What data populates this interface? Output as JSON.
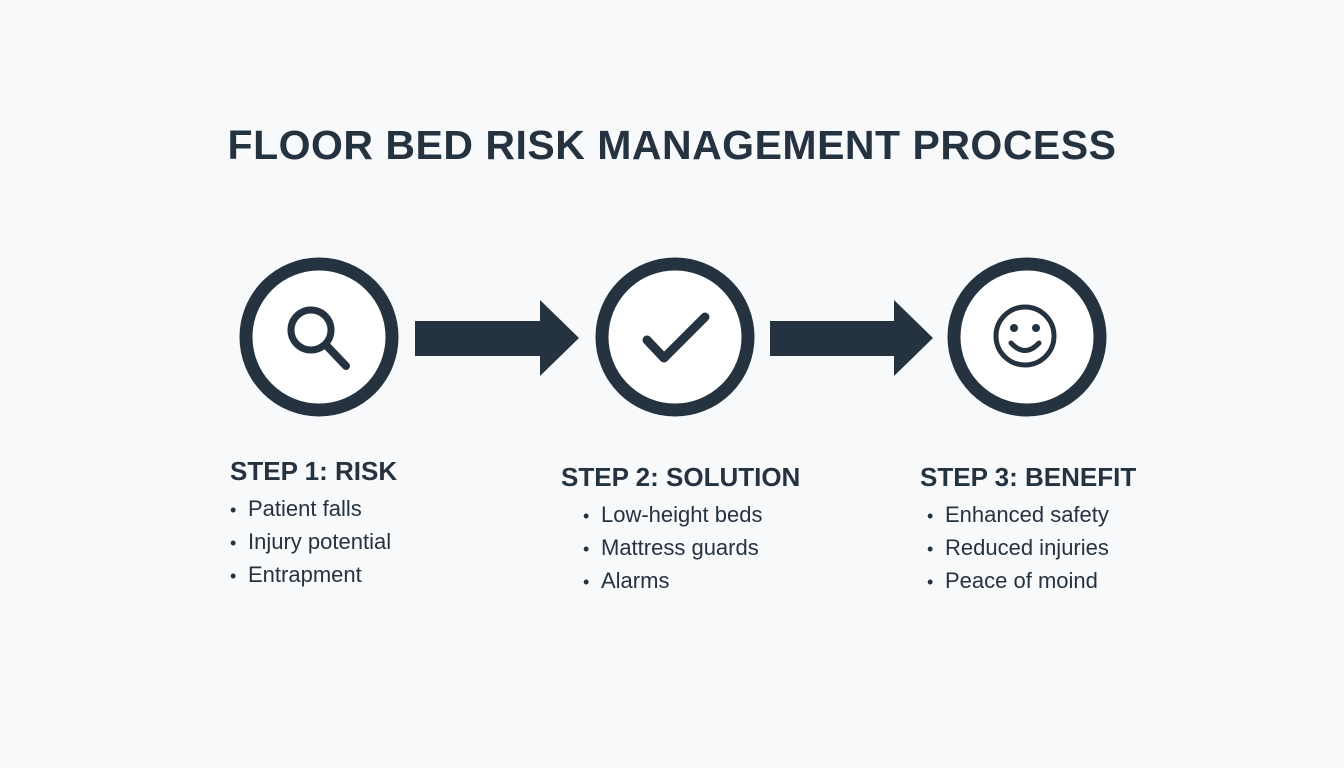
{
  "title": "FLOOR BED RISK MANAGEMENT PROCESS",
  "colors": {
    "background": "#f8f9fa",
    "primary": "#253240",
    "circle_fill": "#ffffff"
  },
  "steps": [
    {
      "heading": "STEP 1: RISK",
      "icon": "magnifying-glass-icon",
      "bullets": [
        "Patient falls",
        "Injury potential",
        "Entrapment"
      ]
    },
    {
      "heading": "STEP 2: SOLUTION",
      "icon": "checkmark-icon",
      "bullets": [
        "Low-height beds",
        "Mattress guards",
        "Alarms"
      ]
    },
    {
      "heading": "STEP 3: BENEFIT",
      "icon": "smiley-face-icon",
      "bullets": [
        "Enhanced safety",
        "Reduced injuries",
        "Peace of moind"
      ]
    }
  ]
}
